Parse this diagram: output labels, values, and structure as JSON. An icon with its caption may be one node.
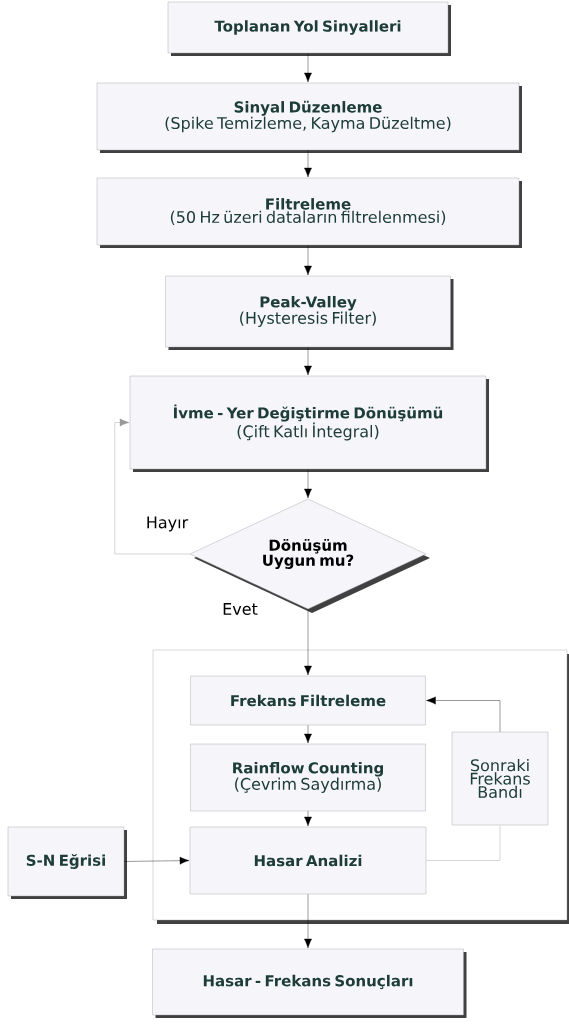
{
  "diagram": {
    "nodes": [
      {
        "text": [
          "Toplanan Yol Sinyalleri"
        ]
      },
      {
        "text": [
          "Sinyal Düzenleme",
          "(Spike Temizleme, Kayma Düzeltme)"
        ]
      },
      {
        "text": [
          "Filtreleme",
          "(50 Hz üzeri dataların filtrelenmesi)"
        ]
      },
      {
        "text": [
          "Peak-Valley",
          "(Hysteresis Filter)"
        ]
      },
      {
        "text": [
          "İvme - Yer Değiştirme Dönüşümü",
          "(Çift Katlı İntegral)"
        ]
      },
      {
        "text": [
          "Dönüşüm Uygun mu?"
        ]
      },
      {
        "text": [],
        "shape": "box"
      },
      {
        "text": [
          "Frekans Filtreleme"
        ],
        "in": 6
      },
      {
        "text": [
          "Rainflow Counting",
          "(Çevrim Saydırma)"
        ],
        "in": 6
      },
      {
        "text": [
          "Sonraki Frekans Bandı"
        ],
        "in": 6
      },
      {
        "text": [
          "Hasar Analizi"
        ],
        "in": 6
      },
      {
        "text": [
          "S-N Eğrisi"
        ]
      },
      {
        "text": [
          "Hasar - Frekans Sonuçları"
        ]
      }
    ],
    "edges": [
      {
        "from": 0,
        "to": 1,
        "arrow": "to"
      },
      {
        "from": 1,
        "to": 2,
        "arrow": "to"
      },
      {
        "from": 2,
        "to": 3,
        "arrow": "to"
      },
      {
        "from": 3,
        "to": 4,
        "arrow": "to"
      },
      {
        "from": 4,
        "to": 5,
        "arrow": "to"
      },
      {
        "from": 5,
        "to": 4,
        "arrow": "to",
        "label": "Hayır",
        "color": "#999999"
      },
      {
        "from": 5,
        "to": 7,
        "arrow": "to",
        "label": "Evet"
      },
      {
        "from": 7,
        "to": 8,
        "arrow": "to"
      },
      {
        "from": 8,
        "to": 10,
        "arrow": "to"
      },
      {
        "from": 10,
        "to": 9,
        "arrow": "none",
        "color": "#999999"
      },
      {
        "from": 9,
        "to": 7,
        "arrow": "to"
      },
      {
        "from": 11,
        "to": 10,
        "arrow": "to"
      },
      {
        "from": 10,
        "to": 12,
        "arrow": "to"
      }
    ]
  }
}
